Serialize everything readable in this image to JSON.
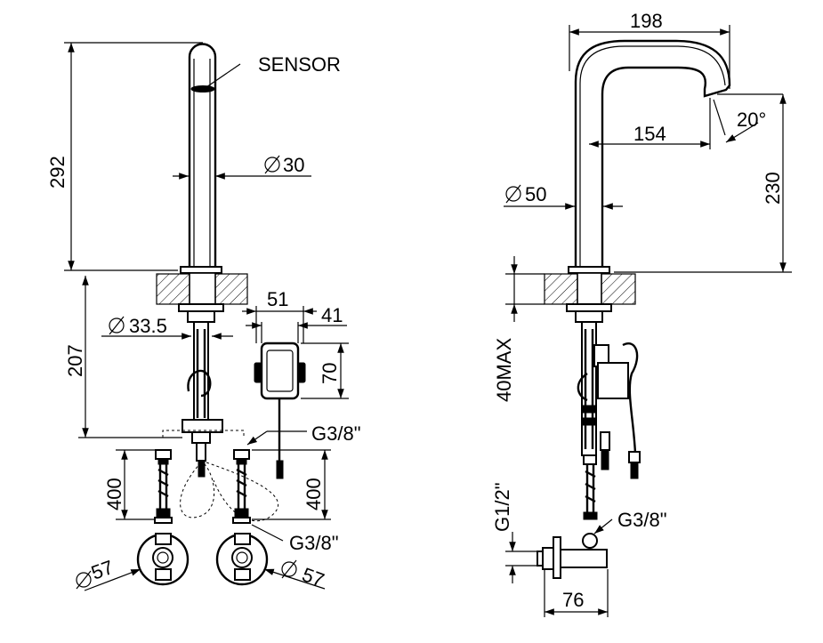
{
  "title": "Tap technical drawing",
  "colors": {
    "line": "#000000",
    "background": "#ffffff"
  },
  "labels": {
    "sensor": "SENSOR",
    "height_spout": "292",
    "diameter_spout": "30",
    "height_body": "207",
    "diameter_body": "33.5",
    "box_width": "51",
    "box_depth": "41",
    "box_height": "70",
    "thread_hose": "G3/8\"",
    "hose_left": "400",
    "hose_right": "400",
    "thread_valve": "G3/8\"",
    "diameter_rosette_left": "57",
    "diameter_rosette_right": "57",
    "reach_total": "198",
    "spout_angle": "20°",
    "reach_inner": "154",
    "diameter_base": "50",
    "height_side": "230",
    "deck_max": "40MAX",
    "thread_inlet": "G1/2\"",
    "thread_side": "G3/8\"",
    "width_valve": "76"
  },
  "icons": {
    "diameter": "diameter-icon",
    "arrow": "arrow-icon"
  }
}
